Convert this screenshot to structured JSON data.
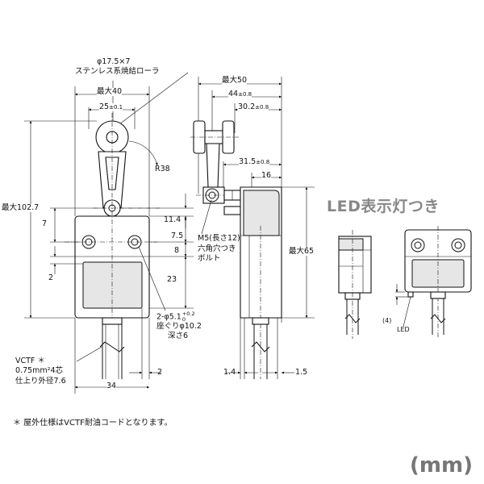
{
  "front_view": {
    "roller_spec_line1": "φ17.5×7",
    "roller_spec_line2": "ステンレス系焼結ローラ",
    "width_max": "最大40",
    "mount_pitch": "25",
    "mount_pitch_tol": "±0.1",
    "radius": "R38",
    "height_max": "最大102.7",
    "dim_7": "7",
    "dim_11_4": "11.4",
    "dim_7_5": "7.5",
    "dim_8": "8",
    "dim_2_left": "2",
    "dim_23": "23",
    "hole_spec_line1": "2-φ5.1",
    "hole_tol_upper": "+0.2",
    "hole_tol_lower": "0",
    "hole_spec_line2": "座ぐりφ10.2",
    "hole_spec_line3": "深さ6",
    "cable_line1": "VCTF ＊",
    "cable_line2": "0.75mm²4芯",
    "cable_line3": "仕上り外径7.6",
    "dim_2_bottom": "2",
    "dim_34": "34"
  },
  "side_view": {
    "width_max": "最大50",
    "dim_44": "44",
    "dim_44_tol": "±0.8",
    "dim_30_2": "30.2",
    "dim_30_2_tol": "±0.8",
    "dim_31_5": "31.5",
    "dim_31_5_tol": "±0.8",
    "dim_16": "16",
    "bolt_line1": "M5(長さ12)",
    "bolt_line2": "六角穴つき",
    "bolt_line3": "ボルト",
    "height_max": "最大65",
    "dim_1_4": "1.4",
    "dim_1_5": "1.5"
  },
  "led_view": {
    "heading": "LED表示灯つき",
    "dim_4": "(4)",
    "led_label": "LED"
  },
  "footnote": "＊ 屋外仕様はVCTF耐油コードとなります。",
  "units": "(mm)"
}
